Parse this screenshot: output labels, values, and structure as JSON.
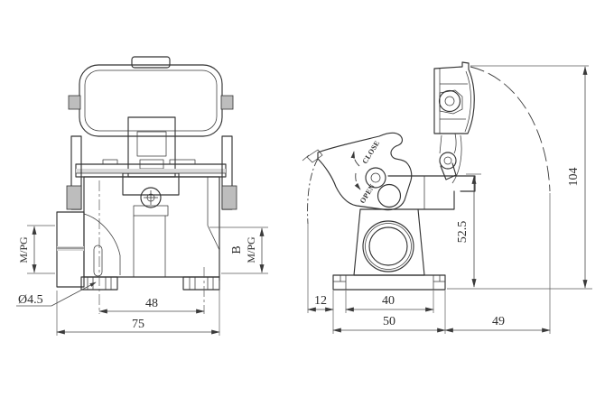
{
  "drawing_title": "heavy-duty-connector-housing-two-view-drawing",
  "colors": {
    "line": "#333333",
    "dim_line": "#4a4a4a",
    "background": "#ffffff"
  },
  "front_view": {
    "dims": {
      "entry_left": "M/PG",
      "entry_right_size": "B",
      "entry_right": "M/PG",
      "hole_diameter": "Ø4.5",
      "hole_spacing": "48",
      "overall_width": "75"
    }
  },
  "side_view": {
    "labels": {
      "close": "CLOSE",
      "open": "OPEN"
    },
    "dims": {
      "cover_open_height": "104",
      "body_height": "52.5",
      "lever_offset": "12",
      "foot_spacing": "40",
      "base_depth": "50",
      "cover_swing": "49"
    }
  }
}
